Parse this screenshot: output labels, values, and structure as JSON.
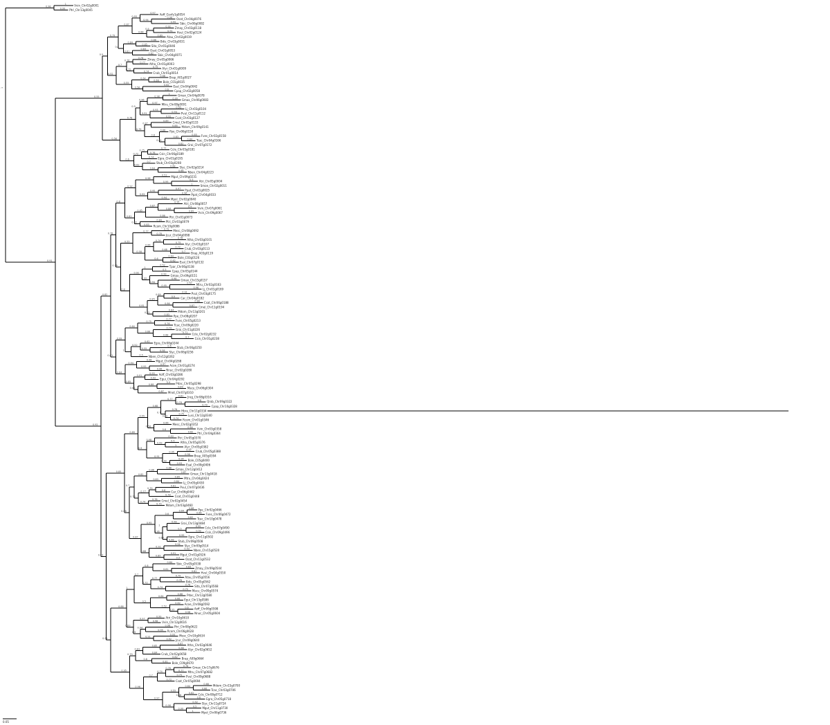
{
  "tree": {
    "type": "phylogram",
    "root_label": "1",
    "scale_bar": {
      "label": "0.05"
    },
    "leaves": [
      "Vvin_Chr02g0001",
      "Ptri_Chr13g0045",
      "Aoff_Gsvfy1g0054",
      "Osat_Chr04g0076",
      "Sbic_Chr06g0082",
      "Zmay_Chr03g0118",
      "Hvul_Chr02g0124",
      "Atau_Chr02g0019",
      "Bdis_Chr03g0031",
      "Sita_Chr01g0046",
      "Osat_Chr01g0053",
      "Sbic_Chr04g0071",
      "Zmay_Chr05g0066",
      "Atha_Chr01g0003",
      "Alyr_Chr01g0009",
      "Crub_Chr01g0014",
      "Brap_A01g0027",
      "Bole_C01g0035",
      "Esal_Chr04g0042",
      "Cpap_Chr02g0058",
      "Gmax_Chr04g0078",
      "Gmax_Chr06g0083",
      "Mtru_Chr08g0091",
      "Lj_Chr03g0104",
      "Pvul_Chr11g0112",
      "Csat_Chr03g0127",
      "Cmel_Chr05g0133",
      "Mdom_Chr09g0141",
      "Ppe_Chr06g0150",
      "Fves_Chr02g0158",
      "Tcac_Chr04g0166",
      "Grai_Chr07g0172",
      "Ccle_Chr05g0181",
      "Csin_Chr06g0189",
      "Egra_Chr01g0195",
      "Stub_Chr03g0208",
      "Slyc_Chr02g0214",
      "Nben_Chr04g0223",
      "Mgut_Chr09g0231",
      "Atri_Chr05g0004",
      "Smoe_Chr02g0011",
      "Ppat_Chr01g0025",
      "Ppat_Chr04g0033",
      "Mpol_Chr02g0040",
      "Atri_Chr08g0057",
      "Vvin_Chr07g0061",
      "Vvin_Chr09g0067",
      "Ptri_Chr01g0073",
      "Ptri_Chr03g0079",
      "Rcom_Chr10g0086",
      "Mesc_Chr08g0092",
      "Jcur_Chr04g0098",
      "Atha_Chr03g0101",
      "Alyr_Chr03g0107",
      "Crub_Chr03g0113",
      "Brap_A03g0119",
      "Bole_C03g0126",
      "Esal_Chr07g0132",
      "Tpar_Chr06g0138",
      "Cpap_Chr05g0144",
      "Gmax_Chr09g0151",
      "Gmax_Chr15g0157",
      "Mtru_Chr02g0163",
      "Lj_Chr01g0169",
      "Pvul_Chr03g0175",
      "Car_Chr04g0182",
      "Csat_Chr06g0188",
      "Cmel_Chr11g0194",
      "Mdom_Chr13g0201",
      "Ppe_Chr08g0207",
      "Fves_Chr05g0213",
      "Tcac_Chr09g0220",
      "Grai_Chr11g0226",
      "Ccle_Chr02g0232",
      "Csin_Chr01g0238",
      "Egra_Chr08g0244",
      "Stub_Chr06g0250",
      "Slyc_Chr06g0256",
      "Nben_Chr12g0262",
      "Mgut_Chr04g0268",
      "Acoe_Chr01g0274",
      "Nnuc_Chr02g0280",
      "Aoff_Chr03g0286",
      "Egui_Chr04g0292",
      "Pdac_Chr05g0298",
      "Macu_Chr06g0304",
      "Mnot_Chr07g0310",
      "Jreg_Chr08g0316",
      "Qrob_Chr09g0322",
      "Cpap_Chr10g0328",
      "Hbra_Chr11g0334",
      "Lusi_Chr12g0340",
      "Rcom_Chr01g0346",
      "Mesc_Chr02g0352",
      "Vvin_Chr03g0358",
      "Ptri_Chr04g0364",
      "Ptri_Chr05g0370",
      "Atha_Chr05g0376",
      "Alyr_Chr05g0382",
      "Crub_Chr05g0388",
      "Brap_A05g0394",
      "Bole_C05g0400",
      "Esal_Chr09g0406",
      "Gmax_Chr12g0412",
      "Gmax_Chr13g0418",
      "Mtru_Chr04g0424",
      "Lj_Chr05g0430",
      "Pvul_Chr07g0436",
      "Car_Chr06g0442",
      "Csat_Chr01g0448",
      "Cmel_Chr02g0454",
      "Mdom_Chr03g0460",
      "Ppe_Chr02g0466",
      "Fves_Chr06g0472",
      "Tcac_Chr10g0478",
      "Grai_Chr13g0484",
      "Ccle_Chr07g0490",
      "Csin_Chr09g0496",
      "Egra_Chr11g0502",
      "Stub_Chr09g0508",
      "Slyc_Chr09g0514",
      "Nben_Chr15g0520",
      "Mgut_Chr01g0526",
      "Osat_Chr11g0532",
      "Sbic_Chr05g0538",
      "Zmay_Chr09g0544",
      "Hvul_Chr04g0550",
      "Atau_Chr05g0556",
      "Bdis_Chr05g0562",
      "Sita_Chr07g0568",
      "Macu_Chr09g0574",
      "Pdac_Chr12g0580",
      "Egui_Chr13g0586",
      "Acoe_Chr08g0592",
      "Aoff_Chr06g0598",
      "Nnuc_Chr05g0604",
      "Atri_Chr10g0610",
      "Vvin_Chr12g0616",
      "Ptri_Chr08g0622",
      "Rcom_Chr06g0628",
      "Mesc_Chr10g0634",
      "Jcur_Chr09g0640",
      "Atha_Chr02g0646",
      "Alyr_Chr02g0652",
      "Crub_Chr02g0658",
      "Brap_A09g0664",
      "Bole_C09g0670",
      "Gmax_Chr17g0676",
      "Mtru_Chr07g0682",
      "Pvul_Chr09g0688",
      "Csat_Chr05g0694",
      "Mdom_Chr15g0700",
      "Tcac_Chr03g0706",
      "Ccle_Chr08g0712",
      "Egra_Chr05g0718",
      "Slyc_Chr11g0724",
      "Mgut_Chr11g0730",
      "Mpol_Chr06g0736"
    ]
  },
  "support": [
    "1",
    "0.99",
    "0.98",
    "0.97",
    "0.96",
    "0.95",
    "0.94",
    "0.93",
    "0.92",
    "0.91",
    "0.9",
    "0.89",
    "0.88",
    "0.87",
    "0.86",
    "0.85",
    "0.84",
    "0.83",
    "0.82",
    "0.81",
    "0.8",
    "0.79",
    "0.78",
    "0.77",
    "0.76",
    "0.75",
    "0.74",
    "0.72",
    "0.7",
    "0.68",
    "0.66",
    "0.64",
    "0.62",
    "0.6",
    "0.58",
    "0.55",
    "0.52",
    "0.5"
  ]
}
